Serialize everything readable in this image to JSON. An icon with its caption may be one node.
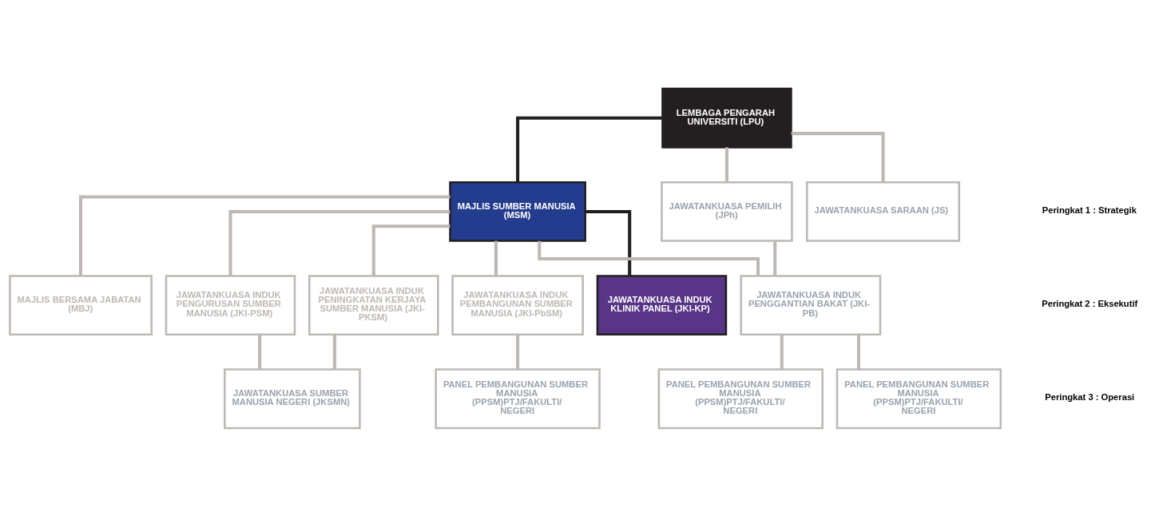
{
  "diagram": {
    "nodes": [
      {
        "text": [
          "LEMBAGA PENGARAH UNIVERSITI (LPU)"
        ]
      },
      {
        "text": [
          "MAJLIS SUMBER MANUSIA (MSM)"
        ]
      },
      {
        "text": [
          "JAWATANKUASA PEMILIH (JPh)"
        ]
      },
      {
        "text": [
          "JAWATANKUASA SARAAN (JS)"
        ]
      },
      {
        "text": [
          "MAJLIS BERSAMA JABATAN (MBJ)"
        ]
      },
      {
        "text": [
          "JAWATANKUASA INDUK PENGURUSAN SUMBER MANUSIA (JKI-PSM)"
        ]
      },
      {
        "text": [
          "JAWATANKUASA INDUK PENINGKATAN KERJAYA SUMBER MANUSIA (JKI-PKSM)"
        ]
      },
      {
        "text": [
          "JAWATANKUASA INDUK PEMBANGUNAN SUMBER MANUSIA (JKI-PbSM)"
        ]
      },
      {
        "text": [
          "JAWATANKUASA INDUK KLINIK PANEL (JKI-KP)"
        ]
      },
      {
        "text": [
          "JAWATANKUASA INDUK PENGGANTIAN BAKAT (JKI-PB)"
        ]
      },
      {
        "text": [
          "JAWATANKUASA SUMBER MANUSIA NEGERI (JKSMN)"
        ]
      },
      {
        "text": [
          "PANEL PEMBANGUNAN SUMBER MANUSIA (PPSM)PTJ/FAKULTI/ NEGERI"
        ]
      },
      {
        "text": [
          "PANEL PEMBANGUNAN SUMBER MANUSIA (PPSM)PTJ/FAKULTI/ NEGERI"
        ]
      },
      {
        "text": [
          "PANEL PEMBANGUNAN SUMBER MANUSIA (PPSM)PTJ/FAKULTI/ NEGERI"
        ]
      }
    ],
    "edges": [
      {
        "from": 0,
        "to": 1,
        "arrow": "none",
        "color": "#231f20"
      },
      {
        "from": 0,
        "to": 2,
        "arrow": "none"
      },
      {
        "from": 0,
        "to": 3,
        "arrow": "none"
      },
      {
        "from": 1,
        "to": 4,
        "arrow": "none"
      },
      {
        "from": 1,
        "to": 5,
        "arrow": "none"
      },
      {
        "from": 1,
        "to": 6,
        "arrow": "none"
      },
      {
        "from": 1,
        "to": 7,
        "arrow": "none"
      },
      {
        "from": 1,
        "to": 8,
        "arrow": "none",
        "color": "#231f20"
      },
      {
        "from": 1,
        "to": 9,
        "arrow": "none"
      },
      {
        "from": 2,
        "to": 9,
        "arrow": "none"
      },
      {
        "from": 5,
        "to": 10,
        "arrow": "none"
      },
      {
        "from": 6,
        "to": 10,
        "arrow": "none"
      },
      {
        "from": 7,
        "to": 11,
        "arrow": "none"
      },
      {
        "from": 9,
        "to": 12,
        "arrow": "none"
      },
      {
        "from": 9,
        "to": 13,
        "arrow": "none"
      }
    ],
    "labels": [
      "Peringkat 1 : Strategik",
      "Peringkat 2 : Eksekutif",
      "Peringkat 3 : Operasi"
    ]
  }
}
